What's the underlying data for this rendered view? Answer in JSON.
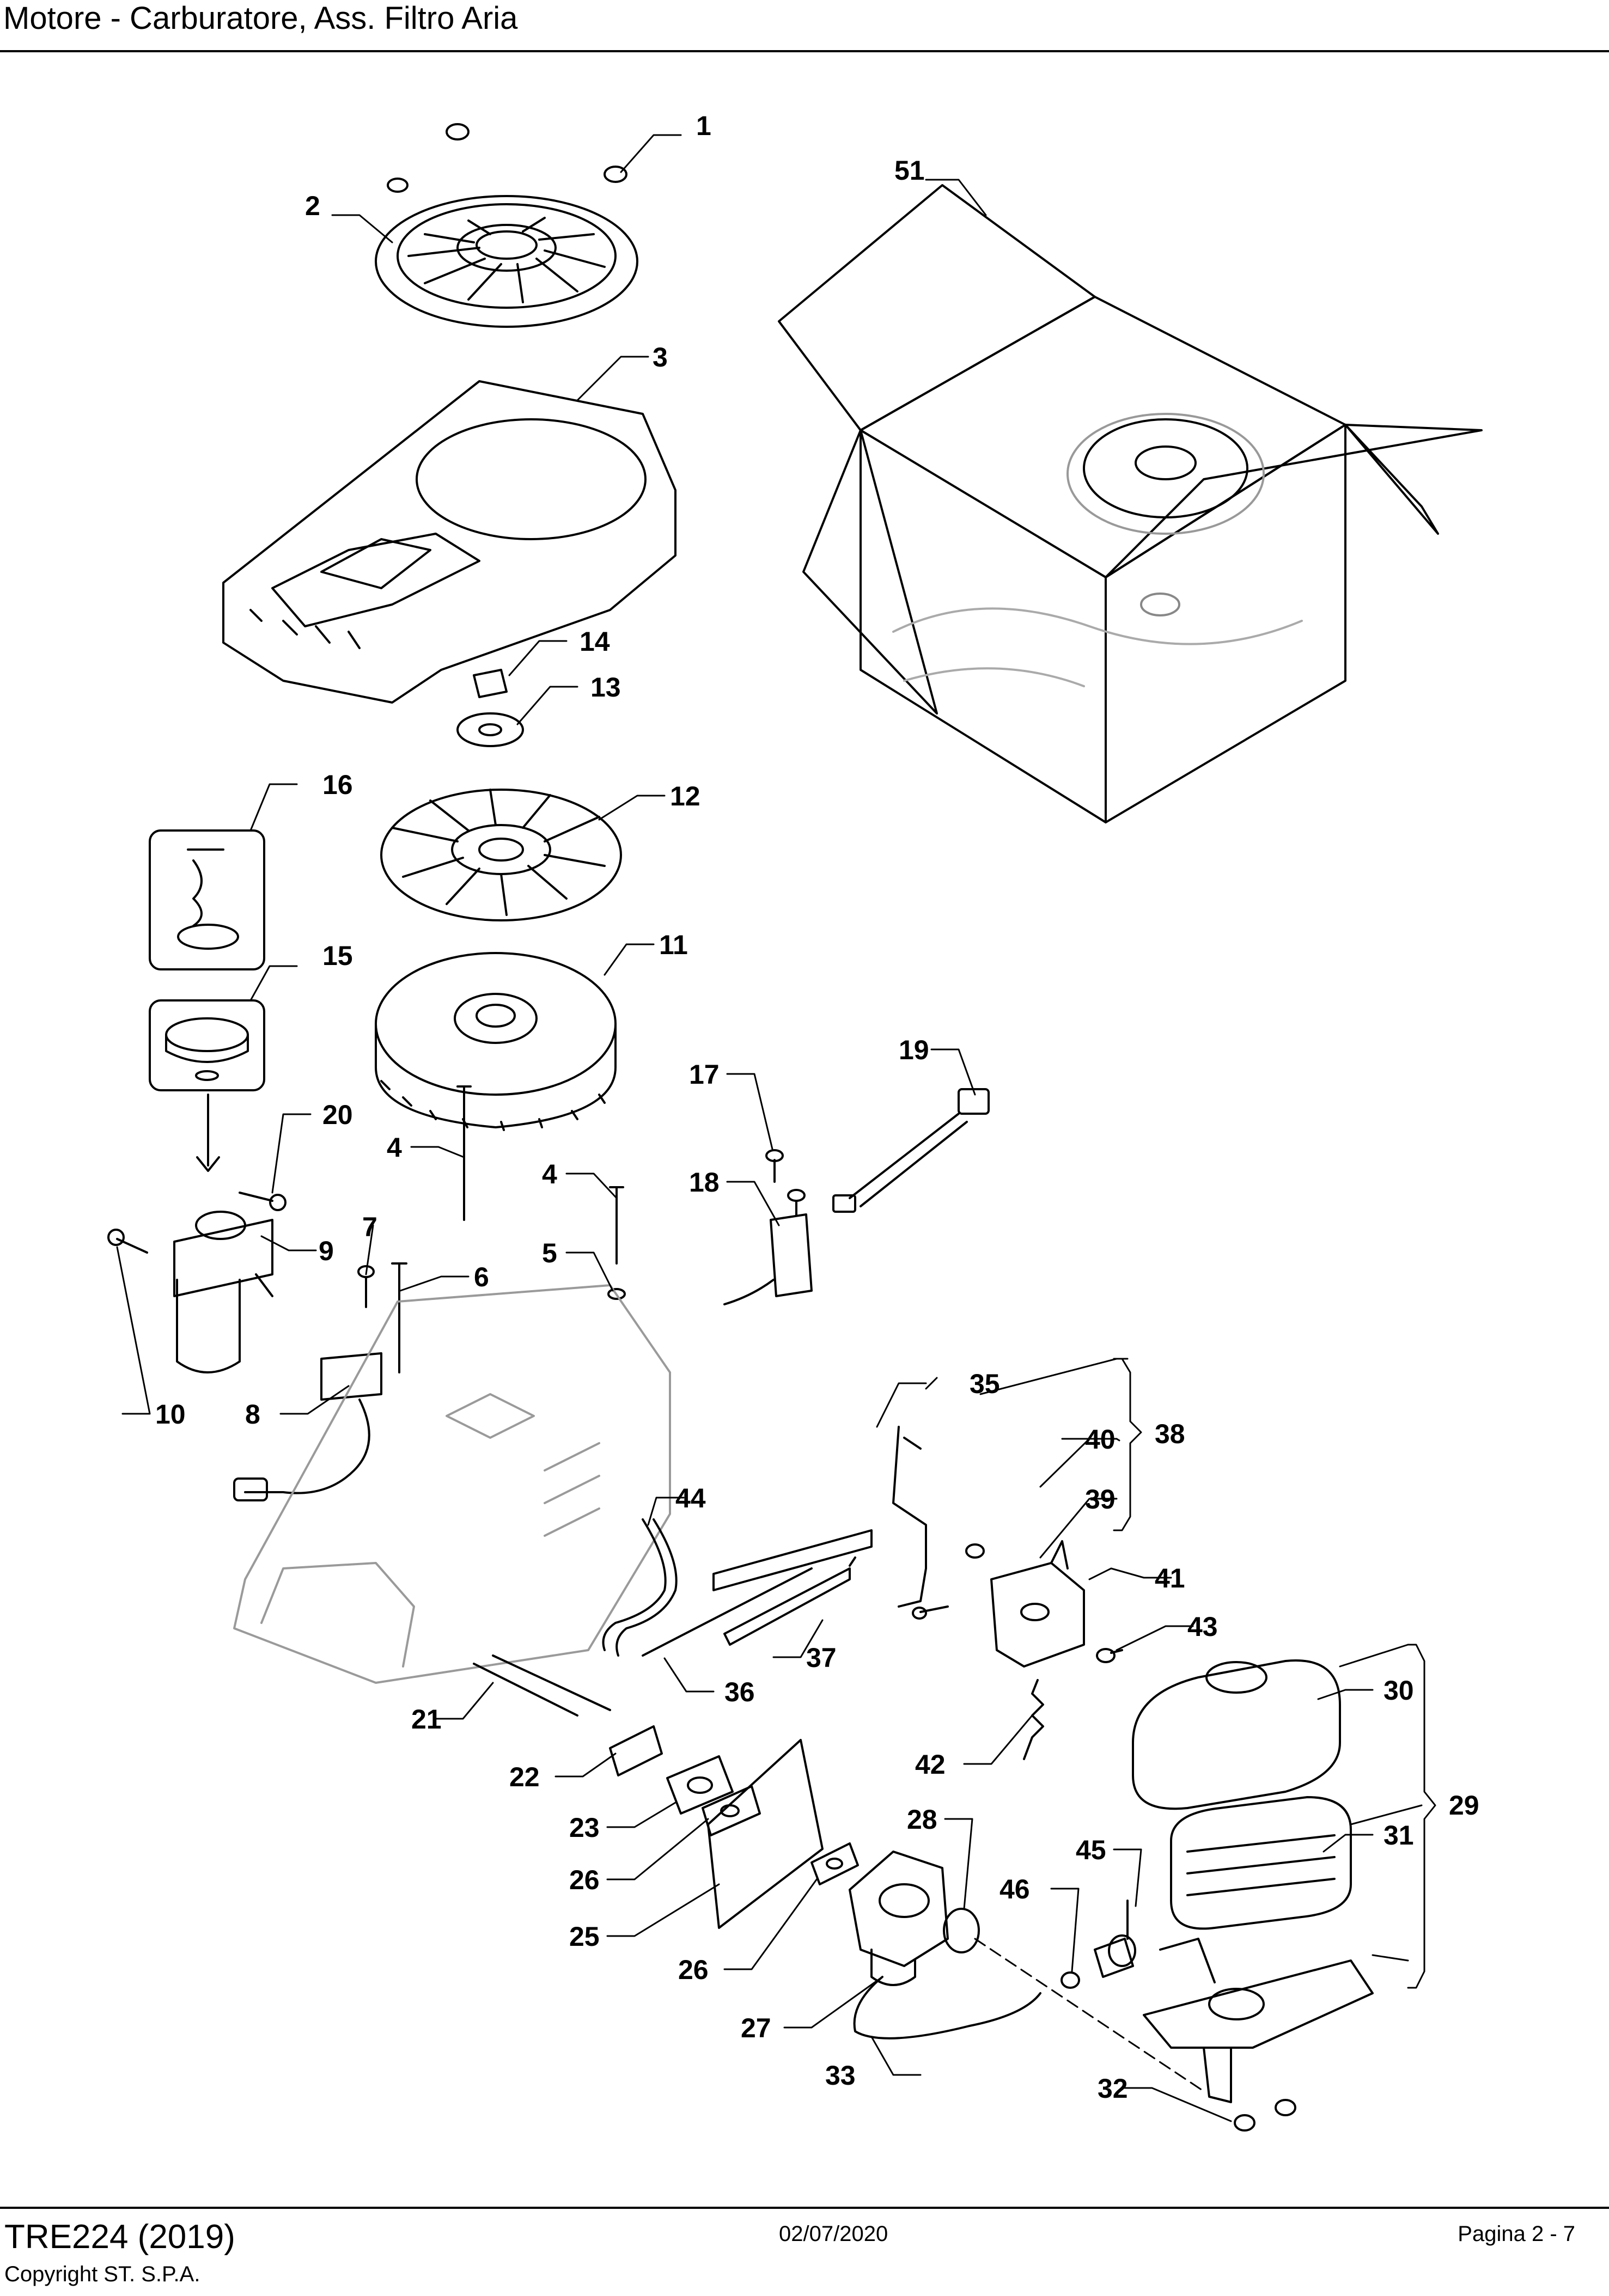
{
  "header": {
    "title": "Motore - Carburatore, Ass. Filtro Aria"
  },
  "footer": {
    "model": "TRE224 (2019)",
    "copyright": "Copyright ST. S.P.A.",
    "date": "02/07/2020",
    "page": "Pagina 2 - 7"
  },
  "callouts": {
    "c1": "1",
    "c2": "2",
    "c3": "3",
    "c4a": "4",
    "c4b": "4",
    "c5": "5",
    "c6": "6",
    "c7": "7",
    "c8": "8",
    "c9": "9",
    "c10": "10",
    "c11": "11",
    "c12": "12",
    "c13": "13",
    "c14": "14",
    "c15": "15",
    "c16": "16",
    "c17": "17",
    "c18": "18",
    "c19": "19",
    "c20": "20",
    "c21": "21",
    "c22": "22",
    "c23": "23",
    "c25": "25",
    "c26a": "26",
    "c26b": "26",
    "c27": "27",
    "c28": "28",
    "c29": "29",
    "c30": "30",
    "c31": "31",
    "c32": "32",
    "c33": "33",
    "c35": "35",
    "c36": "36",
    "c37": "37",
    "c38": "38",
    "c39": "39",
    "c40": "40",
    "c41": "41",
    "c42": "42",
    "c43": "43",
    "c44": "44",
    "c45": "45",
    "c46": "46",
    "c51": "51"
  }
}
